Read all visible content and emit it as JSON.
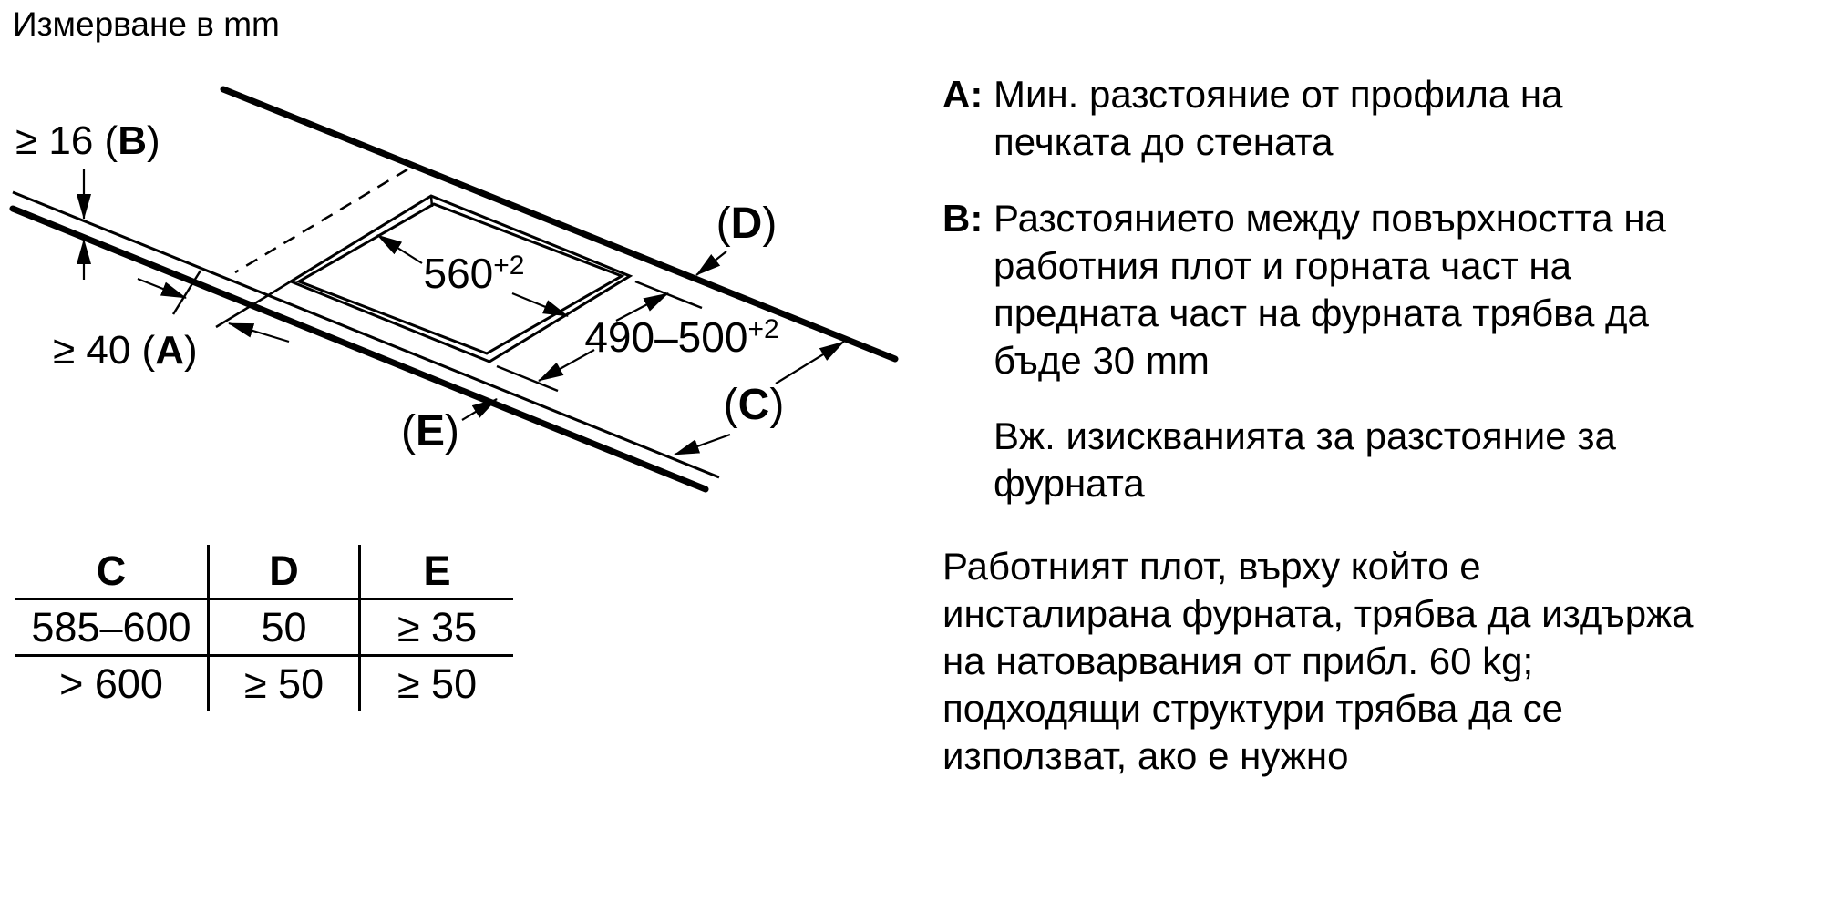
{
  "title": "Измерване в mm",
  "diagram": {
    "thickness": {
      "prefix": "≥ 16 (",
      "letter": "B",
      "suffix": ")"
    },
    "wall_gap": {
      "prefix": "≥ 40 (",
      "letter": "A",
      "suffix": ")"
    },
    "cutout_width": {
      "value": "560",
      "tolerance": "+2"
    },
    "cutout_depth": {
      "value": "490–500",
      "tolerance": "+2"
    },
    "label_d": {
      "open": "(",
      "letter": "D",
      "close": ")"
    },
    "label_c": {
      "open": "(",
      "letter": "C",
      "close": ")"
    },
    "label_e": {
      "open": "(",
      "letter": "E",
      "close": ")"
    }
  },
  "table": {
    "headers": [
      "C",
      "D",
      "E"
    ],
    "rows": [
      [
        "585–600",
        "50",
        "≥ 35"
      ],
      [
        "> 600",
        "≥ 50",
        "≥ 50"
      ]
    ]
  },
  "notes": {
    "a": {
      "label": "A:",
      "lines": [
        "Мин. разстояние от профила на",
        "печката до стената"
      ]
    },
    "b": {
      "label": "B:",
      "lines": [
        "Разстоянието между повърхността на",
        "работния плот и горната част на",
        "предната част на фурната трябва да",
        "бъде 30 mm"
      ]
    },
    "b_note": {
      "lines": [
        "Вж. изискванията за разстояние за",
        "фурната"
      ]
    },
    "load": {
      "lines": [
        "Работният плот, върху който е",
        "инсталирана фурната, трябва да издържа",
        "на натоварвания от прибл. 60 kg;",
        "подходящи структури трябва да се",
        "използват, ако е нужно"
      ]
    }
  },
  "colors": {
    "ink": "#000000",
    "background": "#ffffff"
  }
}
